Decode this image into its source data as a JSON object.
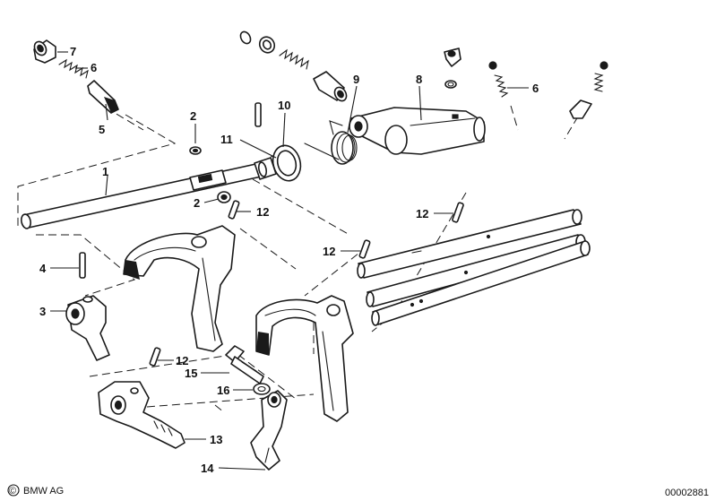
{
  "callouts": {
    "c1": "1",
    "c2a": "2",
    "c2b": "2",
    "c3": "3",
    "c4": "4",
    "c5": "5",
    "c6a": "6",
    "c6b": "6",
    "c7": "7",
    "c8": "8",
    "c9": "9",
    "c10": "10",
    "c11": "11",
    "c12a": "12",
    "c12b": "12",
    "c12c": "12",
    "c12d": "12",
    "c13": "13",
    "c14": "14",
    "c15": "15",
    "c16": "16"
  },
  "footer": {
    "copyright_symbol": "©",
    "brand": "BMW AG",
    "drawing_number": "00002881"
  }
}
